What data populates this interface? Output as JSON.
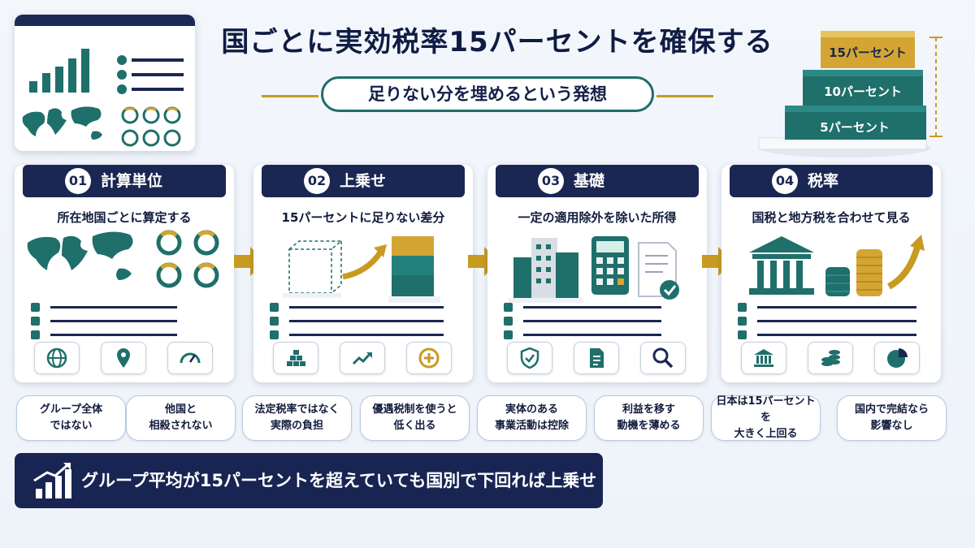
{
  "title": "国ごとに実効税率15パーセントを確保する",
  "subtitle": "足りない分を埋めるという発想",
  "stack": {
    "levels": [
      {
        "label": "15パーセント",
        "color": "#d4a532"
      },
      {
        "label": "10パーセント",
        "color": "#1f6f6b"
      },
      {
        "label": "5パーセント",
        "color": "#1f6f6b"
      }
    ]
  },
  "steps": [
    {
      "number": "01",
      "label": "計算単位",
      "desc": "所在地国ごとに算定する",
      "icons": [
        "globe-icon",
        "location-pin-icon",
        "gauge-icon"
      ]
    },
    {
      "number": "02",
      "label": "上乗せ",
      "desc": "15パーセントに足りない差分",
      "icons": [
        "gold-bars-icon",
        "trend-up-icon",
        "plus-circle-icon"
      ]
    },
    {
      "number": "03",
      "label": "基礎",
      "desc": "一定の適用除外を除いた所得",
      "icons": [
        "shield-check-icon",
        "document-icon",
        "search-icon"
      ]
    },
    {
      "number": "04",
      "label": "税率",
      "desc": "国税と地方税を合わせて見る",
      "icons": [
        "bank-icon",
        "coins-icon",
        "pie-chart-icon"
      ]
    }
  ],
  "notes": [
    "グループ全体\nではない",
    "他国と\n相殺されない",
    "法定税率ではなく\n実際の負担",
    "優遇税制を使うと\n低く出る",
    "実体のある\n事業活動は控除",
    "利益を移す\n動機を薄める",
    "日本は15パーセントを\n大きく上回る",
    "国内で完結なら\n影響なし"
  ],
  "banner": "グループ平均が15パーセントを超えていても国別で下回れば上乗せ",
  "colors": {
    "navy": "#1a2752",
    "teal": "#1f6f6b",
    "gold": "#c89a21"
  }
}
